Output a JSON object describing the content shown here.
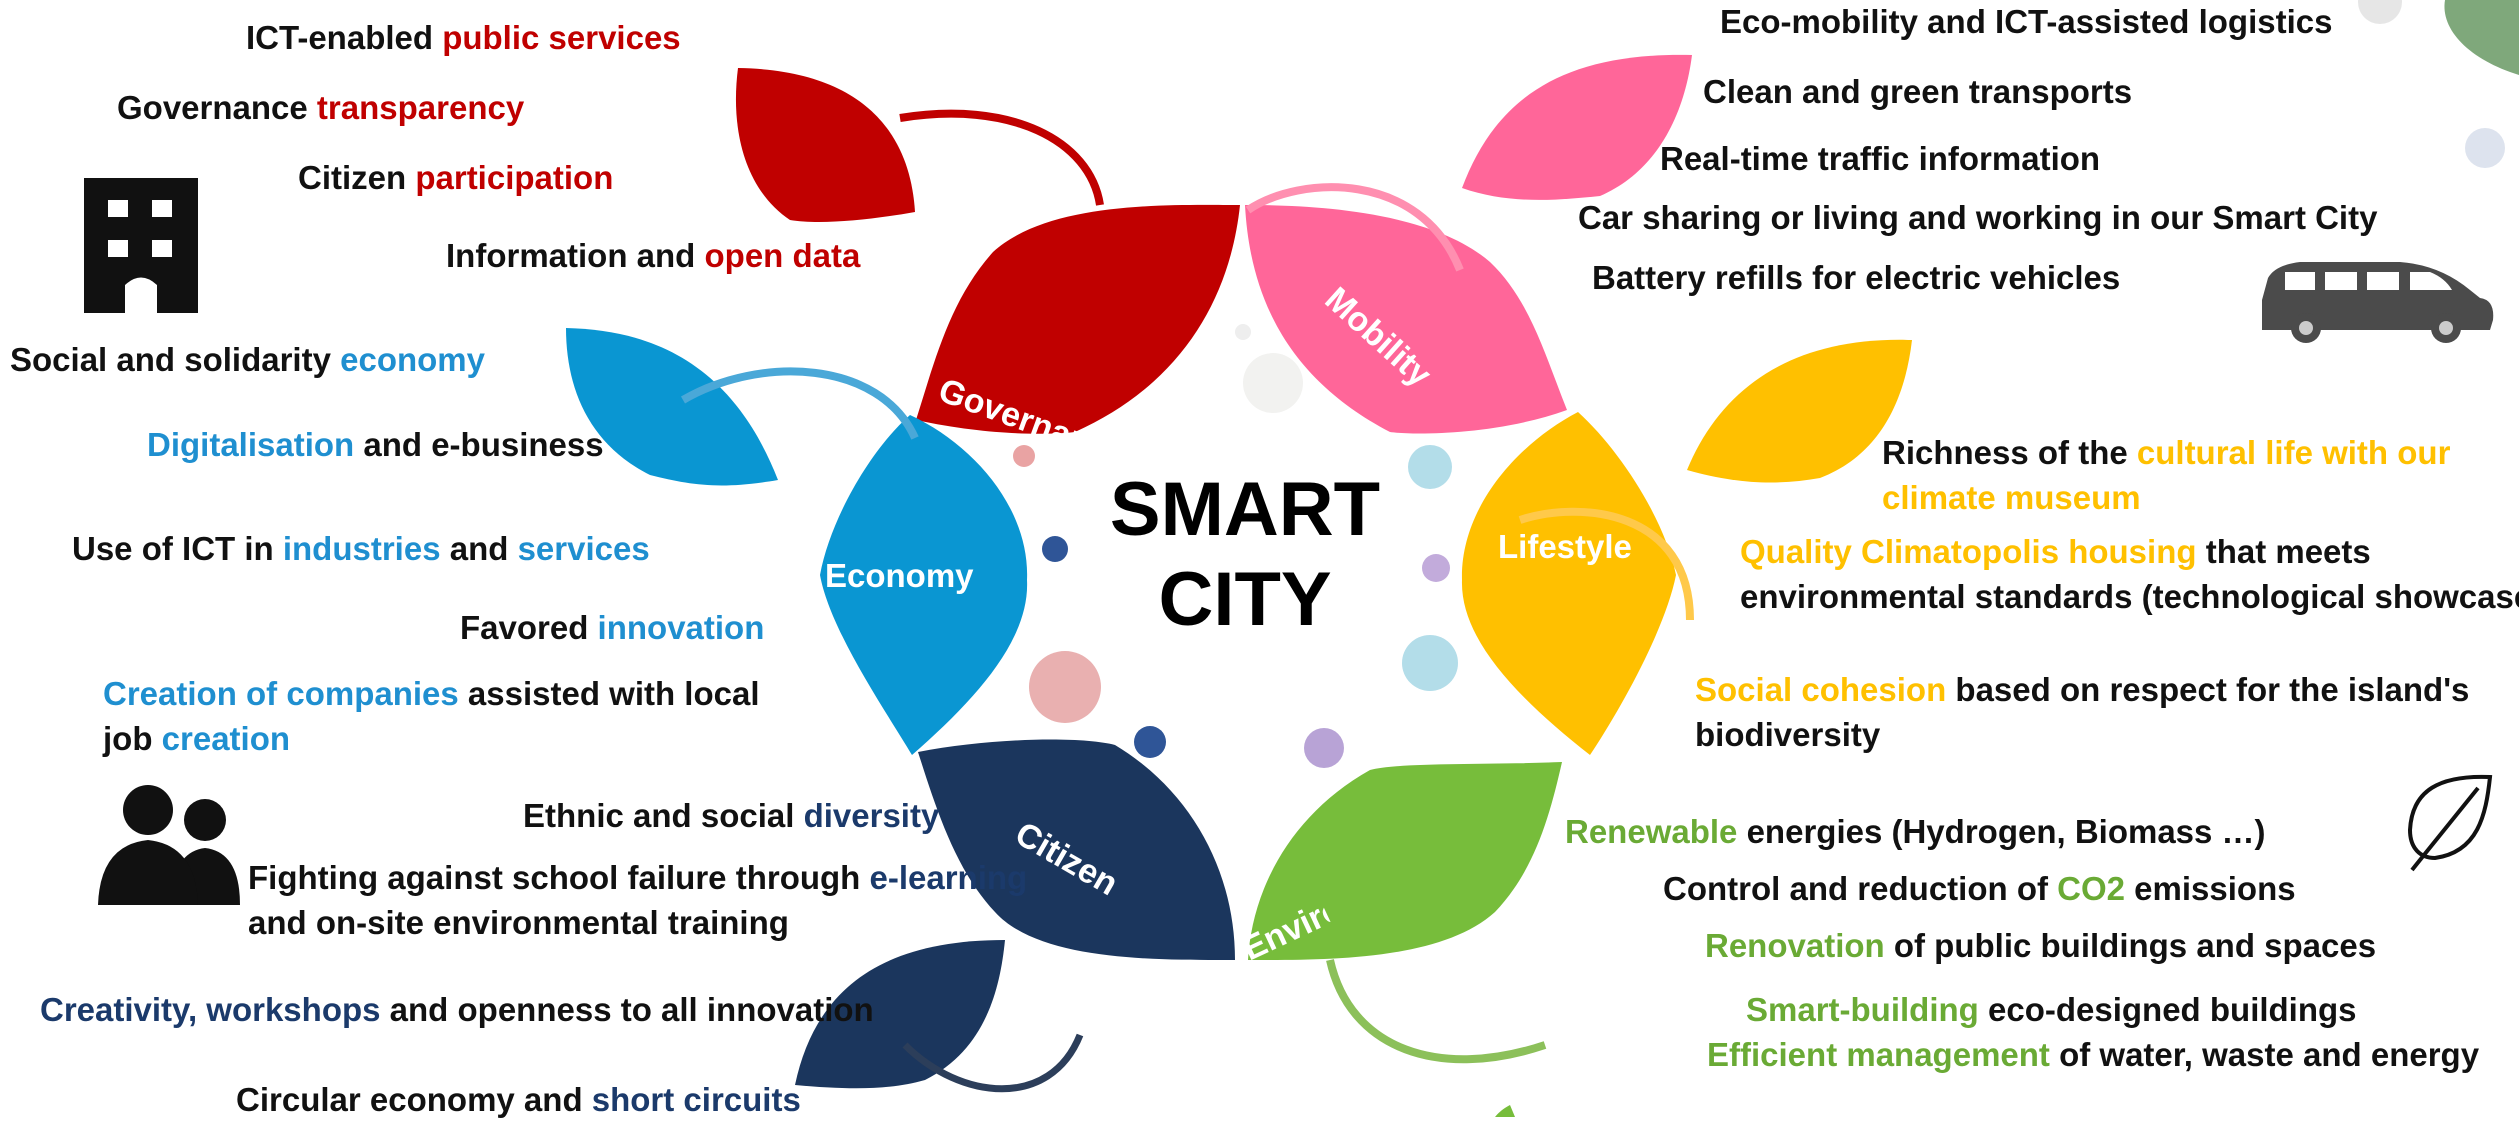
{
  "title": {
    "line1": "SMART",
    "line2": "CITY"
  },
  "segments": {
    "governance": "Governance",
    "mobility": "Mobility",
    "economy": "Economy",
    "lifestyle": "Lifestyle",
    "citizen": "Citizen",
    "environment": "Environment"
  },
  "governance": [
    {
      "pre": "ICT-enabled ",
      "acc": "public services",
      "post": ""
    },
    {
      "pre": "Governance ",
      "acc": "transparency",
      "post": ""
    },
    {
      "pre": "Citizen ",
      "acc": "participation",
      "post": ""
    },
    {
      "pre": "Information and ",
      "acc": "open data",
      "post": ""
    }
  ],
  "economy": [
    {
      "pre": "Social and solidarity ",
      "acc": "economy",
      "post": ""
    },
    {
      "pre": "",
      "acc": "Digitalisation",
      "post": " and e-business"
    },
    {
      "pre": "Use of ICT in ",
      "acc": "industries",
      "mid": " and ",
      "acc2": "services"
    },
    {
      "pre": "Favored ",
      "acc": "innovation",
      "post": ""
    },
    {
      "pre": "",
      "acc": "Creation of companies",
      "post": " assisted with local",
      "line2pre": "job ",
      "line2acc": "creation"
    }
  ],
  "citizen": [
    {
      "pre": "Ethnic and social ",
      "acc": "diversity",
      "post": ""
    },
    {
      "pre": "Fighting against school failure through ",
      "acc": "e-learning",
      "post": "",
      "line2": "and on-site environmental training"
    },
    {
      "pre": "",
      "acc": "Creativity, workshops",
      "post": " and openness to all innovations"
    },
    {
      "pre": "Circular economy and ",
      "acc": "short circuits",
      "post": ""
    }
  ],
  "mobility": [
    "Eco-mobility and ICT-assisted logistics",
    "Clean and green transports",
    "Real-time traffic information",
    "Car sharing or living and working in our Smart City",
    "Battery refills for electric vehicles"
  ],
  "lifestyle": [
    {
      "pre": "Richness of the ",
      "acc": "cultural life with our",
      "line2acc": "climate museum"
    },
    {
      "acc": "Quality Climatopolis housing",
      "post": " that meets",
      "line2": "environmental standards (technological showcase)"
    },
    {
      "acc": "Social cohesion",
      "post": " based on respect for the island's",
      "line2": "biodiversity"
    }
  ],
  "environment": [
    {
      "acc": "Renewable",
      "post": " energies (Hydrogen, Biomass …)"
    },
    {
      "pre": "Control and reduction of ",
      "acc": "CO2",
      "post": " emissions"
    },
    {
      "acc": "Renovation",
      "post": " of public buildings and spaces"
    },
    {
      "acc": "Smart-building",
      "post": " eco-designed buildings"
    },
    {
      "acc": "Efficient management",
      "post": " of water, waste and energy"
    }
  ],
  "icons": [
    "building-icon",
    "car-icon",
    "people-icon",
    "leaf-icon"
  ],
  "colors": {
    "governance": "#c00000",
    "mobility": "#ff6699",
    "economy": "#0a96d2",
    "lifestyle": "#ffc000",
    "citizen": "#1b365d",
    "environment": "#77bd3b"
  }
}
